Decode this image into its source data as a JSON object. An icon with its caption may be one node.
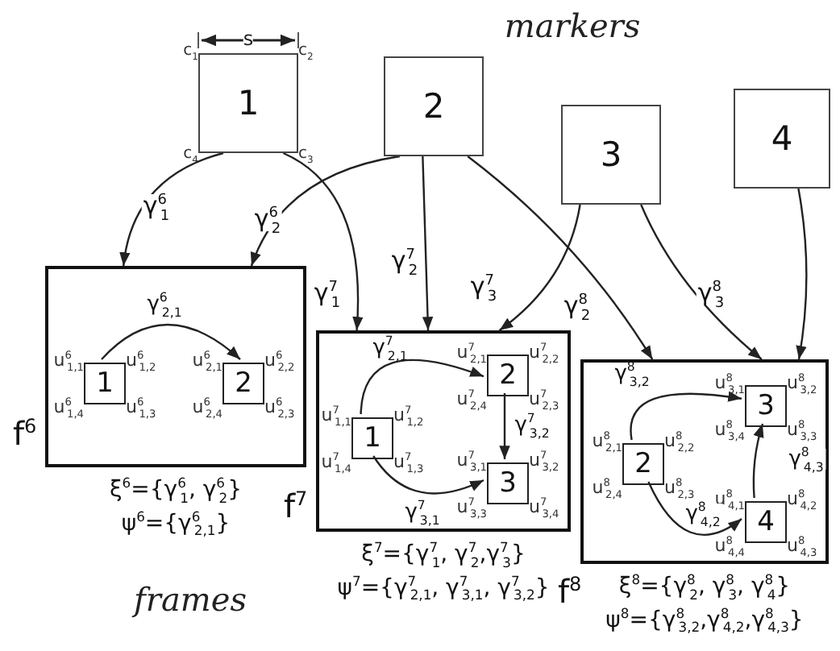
{
  "diagram": {
    "nodes": [
      {
        "text": [
          "1"
        ],
        "beside": [
          "c$_{1}$",
          "c$_{2}$",
          "c$_{3}$",
          "c$_{4}$"
        ]
      },
      {
        "text": [
          "2"
        ]
      },
      {
        "text": [
          "3"
        ]
      },
      {
        "text": [
          "4"
        ]
      },
      {
        "text": [
          "f$^{6}$"
        ],
        "beside": [
          "ξ$^{6}$={γ$^{6}$$_{1}$, γ$^{6}$$_{2}$}",
          "ψ$^{6}$={γ$^{6}$$_{2,1}$}"
        ]
      },
      {
        "text": [
          "1"
        ],
        "in": 4,
        "beside": [
          "u$^{6}$$_{1,1}$",
          "u$^{6}$$_{1,2}$",
          "u$^{6}$$_{1,3}$",
          "u$^{6}$$_{1,4}$"
        ]
      },
      {
        "text": [
          "2"
        ],
        "in": 4,
        "beside": [
          "u$^{6}$$_{2,1}$",
          "u$^{6}$$_{2,2}$",
          "u$^{6}$$_{2,3}$",
          "u$^{6}$$_{2,4}$"
        ]
      },
      {
        "text": [
          "f$^{7}$"
        ],
        "beside": [
          "ξ$^{7}$={γ$^{7}$$_{1}$, γ$^{7}$$_{2}$,γ$^{7}$$_{3}$}",
          "ψ$^{7}$={γ$^{7}$$_{2,1}$, γ$^{7}$$_{3,1}$, γ$^{7}$$_{3,2}$}"
        ]
      },
      {
        "text": [
          "1"
        ],
        "in": 7,
        "beside": [
          "u$^{7}$$_{1,1}$",
          "u$^{7}$$_{1,2}$",
          "u$^{7}$$_{1,3}$",
          "u$^{7}$$_{1,4}$"
        ]
      },
      {
        "text": [
          "2"
        ],
        "in": 7,
        "beside": [
          "u$^{7}$$_{2,1}$",
          "u$^{7}$$_{2,2}$",
          "u$^{7}$$_{2,3}$",
          "u$^{7}$$_{2,4}$"
        ]
      },
      {
        "text": [
          "3"
        ],
        "in": 7,
        "beside": [
          "u$^{7}$$_{3,1}$",
          "u$^{7}$$_{3,2}$",
          "u$^{7}$$_{3,4}$",
          "u$^{7}$$_{3,3}$"
        ]
      },
      {
        "text": [
          "f$^{8}$"
        ],
        "beside": [
          "ξ$^{8}$={γ$^{8}$$_{2}$, γ$^{8}$$_{3}$, γ$^{8}$$_{4}$}",
          "ψ$^{8}$={γ$^{8}$$_{3,2}$,γ$^{8}$$_{4,2}$,γ$^{8}$$_{4,3}$}"
        ]
      },
      {
        "text": [
          "2"
        ],
        "in": 11,
        "beside": [
          "u$^{8}$$_{2,1}$",
          "u$^{8}$$_{2,2}$",
          "u$^{8}$$_{2,3}$",
          "u$^{8}$$_{2,4}$"
        ]
      },
      {
        "text": [
          "3"
        ],
        "in": 11,
        "beside": [
          "u$^{8}$$_{3,1}$",
          "u$^{8}$$_{3,2}$",
          "u$^{8}$$_{3,3}$",
          "u$^{8}$$_{3,4}$"
        ]
      },
      {
        "text": [
          "4"
        ],
        "in": 11,
        "beside": [
          "u$^{8}$$_{4,1}$",
          "u$^{8}$$_{4,2}$",
          "u$^{8}$$_{4,3}$",
          "u$^{8}$$_{4,4}$"
        ]
      }
    ],
    "edges": [
      {
        "from": 0,
        "to": 4,
        "arrow": "to",
        "label": "γ$^{6}$$_{1}$"
      },
      {
        "from": 0,
        "to": 7,
        "arrow": "to",
        "label": "γ$^{7}$$_{1}$"
      },
      {
        "from": 1,
        "to": 4,
        "arrow": "to",
        "label": "γ$^{6}$$_{2}$"
      },
      {
        "from": 1,
        "to": 7,
        "arrow": "to",
        "label": "γ$^{7}$$_{2}$"
      },
      {
        "from": 1,
        "to": 11,
        "arrow": "to",
        "label": "γ$^{8}$$_{2}$"
      },
      {
        "from": 2,
        "to": 7,
        "arrow": "to",
        "label": "γ$^{7}$$_{3}$"
      },
      {
        "from": 2,
        "to": 11,
        "arrow": "to",
        "label": "γ$^{8}$$_{3}$"
      },
      {
        "from": 3,
        "to": 11,
        "arrow": "to"
      },
      {
        "from": 5,
        "to": 6,
        "arrow": "to",
        "label": "γ$^{6}$$_{2,1}$"
      },
      {
        "from": 8,
        "to": 9,
        "arrow": "to",
        "label": "γ$^{7}$$_{2,1}$"
      },
      {
        "from": 8,
        "to": 10,
        "arrow": "to",
        "label": "γ$^{7}$$_{3,1}$"
      },
      {
        "from": 9,
        "to": 10,
        "arrow": "to",
        "label": "γ$^{7}$$_{3,2}$"
      },
      {
        "from": 12,
        "to": 13,
        "arrow": "to",
        "label": "γ$^{8}$$_{3,2}$"
      },
      {
        "from": 12,
        "to": 14,
        "arrow": "to",
        "label": "γ$^{8}$$_{4,2}$"
      },
      {
        "from": 14,
        "to": 13,
        "arrow": "to",
        "label": "γ$^{8}$$_{4,3}$"
      }
    ],
    "labels": [
      "markers",
      "s",
      "frames"
    ]
  }
}
